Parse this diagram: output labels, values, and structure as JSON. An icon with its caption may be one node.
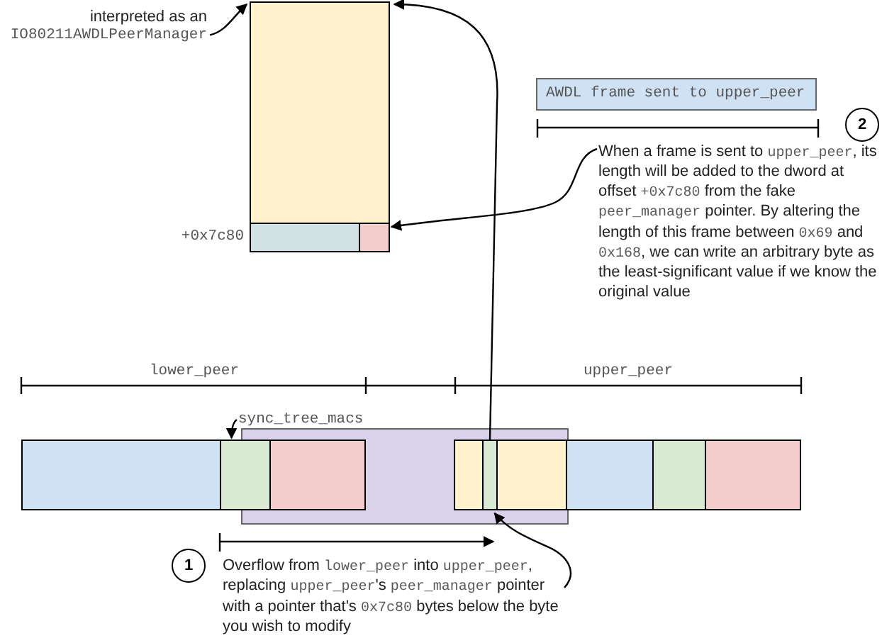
{
  "diagram": {
    "nodes": [
      {
        "text": [
          "interpreted as an",
          "IO80211AWDLPeerManager"
        ]
      },
      {
        "text": [],
        "shape": "box"
      },
      {
        "text": [],
        "shape": "box",
        "in": 1,
        "beside": [
          "+0x7c80"
        ]
      },
      {
        "text": [],
        "shape": "box",
        "in": 1
      },
      {
        "text": [
          "AWDL frame sent to upper_peer"
        ]
      },
      {
        "text": [
          "2"
        ]
      },
      {
        "text": [
          "When a frame is sent to upper_peer, its length will be added to the dword at offset +0x7c80 from the fake peer_manager pointer. By altering the length of this frame between 0x69 and 0x168, we can write an arbitrary byte as the least-significant value if we know the original value"
        ]
      },
      {
        "text": [
          "sync_tree_macs"
        ]
      },
      {
        "text": [],
        "shape": "box"
      },
      {
        "text": [],
        "shape": "box"
      },
      {
        "text": [],
        "shape": "box"
      },
      {
        "text": [],
        "shape": "box",
        "in": 8
      },
      {
        "text": [],
        "shape": "box",
        "in": 8
      },
      {
        "text": [],
        "shape": "box",
        "in": 8
      },
      {
        "text": [],
        "shape": "box",
        "in": 8
      },
      {
        "text": [],
        "shape": "box"
      },
      {
        "text": [],
        "shape": "box"
      },
      {
        "text": [],
        "shape": "box"
      },
      {
        "text": [
          "1"
        ]
      },
      {
        "text": [
          "Overflow from lower_peer into upper_peer, replacing upper_peer's peer_manager pointer with a pointer that's 0x7c80 bytes below the byte you wish to modify"
        ]
      }
    ],
    "edges": [
      {
        "from": 0,
        "to": 1,
        "arrow": "to"
      },
      {
        "from": 13,
        "to": 1,
        "arrow": "to"
      },
      {
        "from": 6,
        "to": 3,
        "arrow": "to"
      },
      {
        "from": 7,
        "to": 10,
        "arrow": "to"
      },
      {
        "from": 19,
        "to": 13,
        "arrow": "to"
      }
    ],
    "labels": [
      "lower_peer",
      "upper_peer"
    ]
  }
}
